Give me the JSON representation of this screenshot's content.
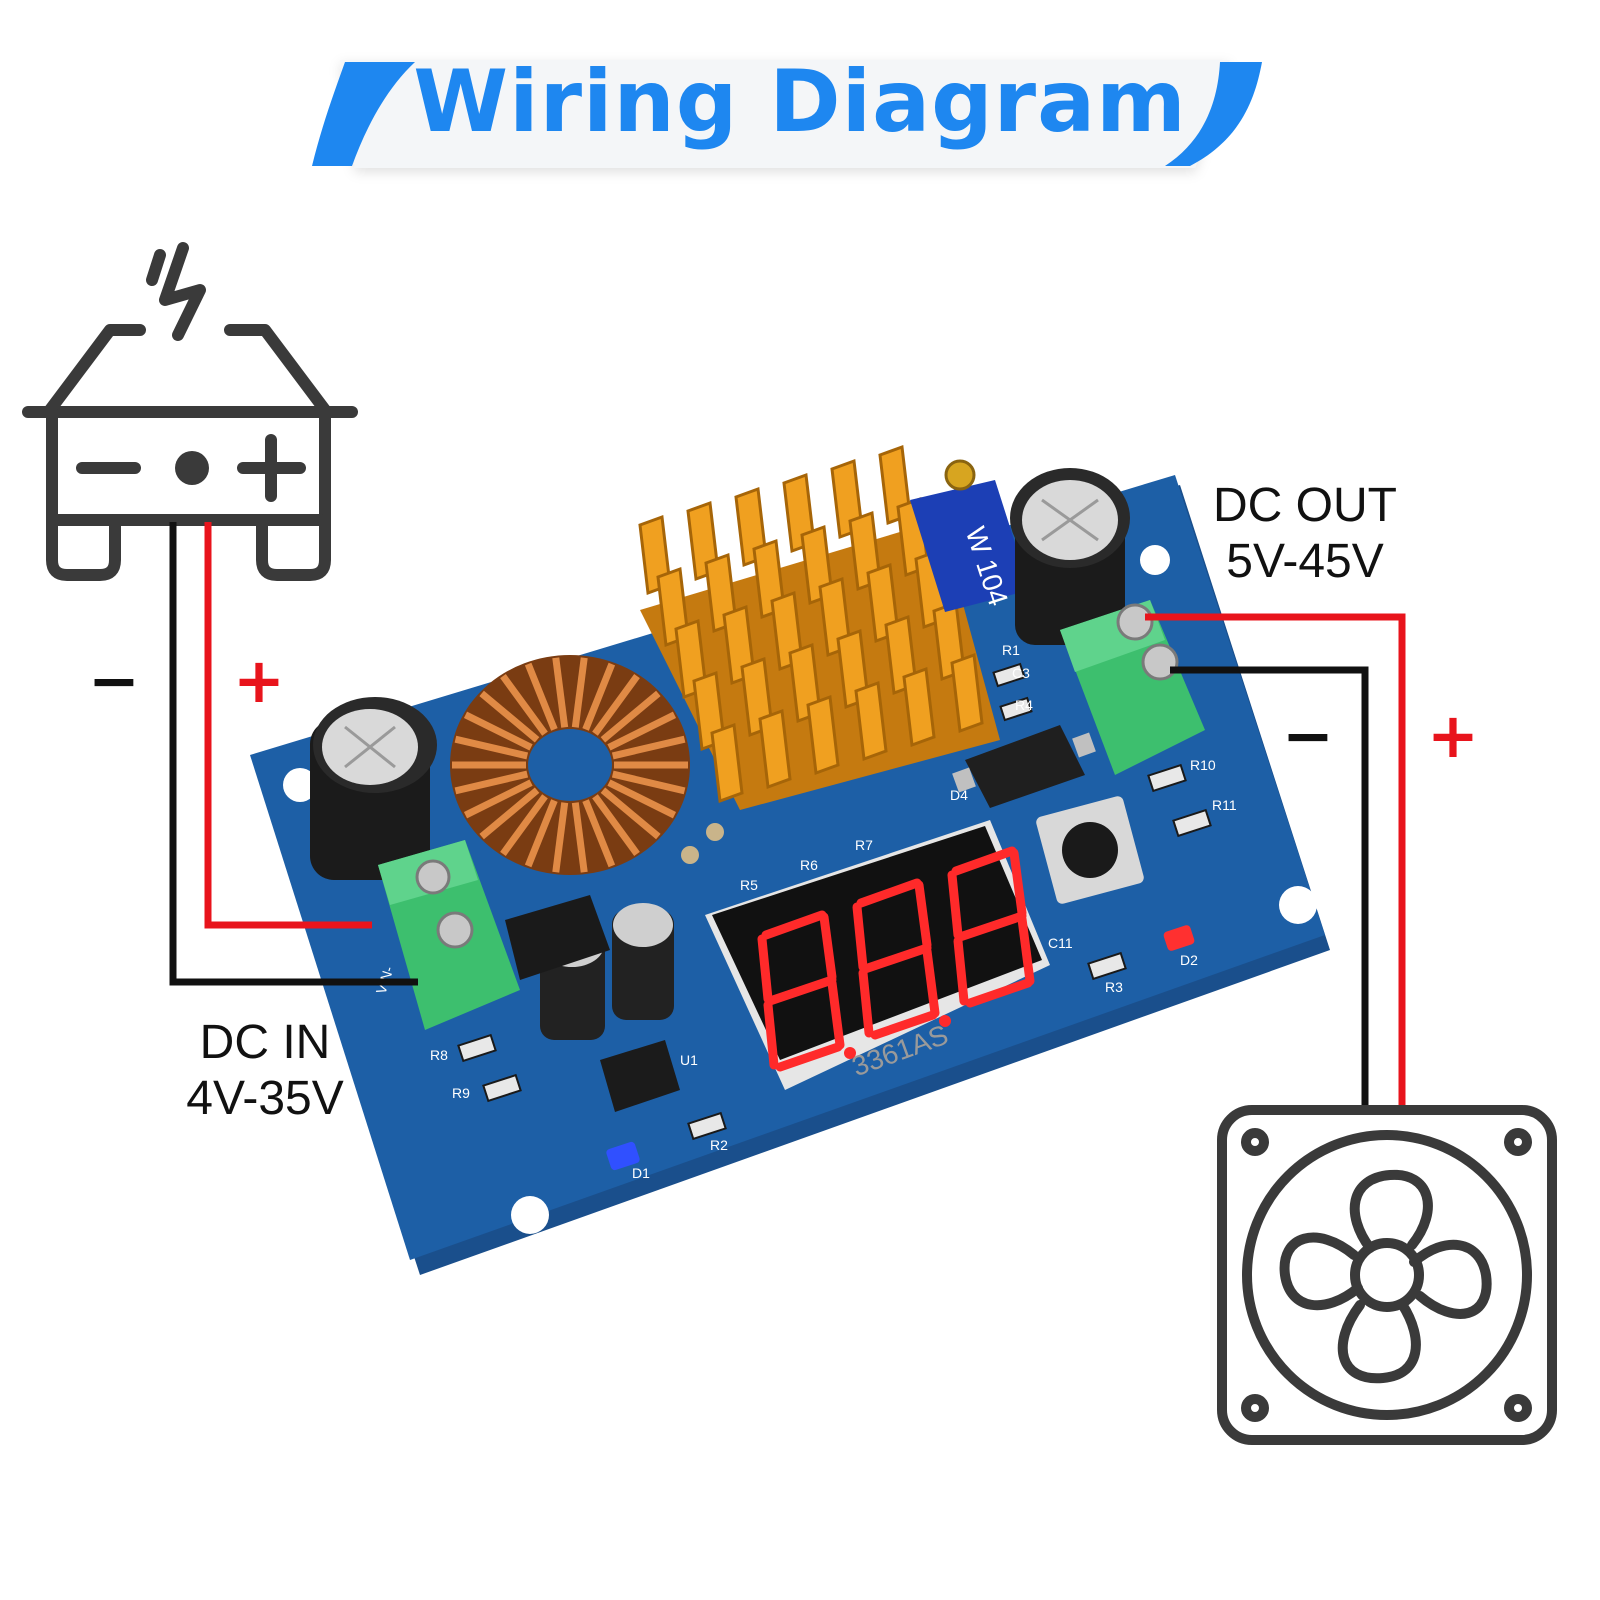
{
  "title": "Wiring Diagram",
  "dc_in": {
    "line1": "DC IN",
    "line2": "4V-35V"
  },
  "dc_out": {
    "line1": "DC OUT",
    "line2": "5V-45V"
  },
  "input_polarity": {
    "negative": "−",
    "positive": "+"
  },
  "output_polarity": {
    "negative": "−",
    "positive": "+"
  },
  "display_digits": "8.8.8",
  "chip_label": "3361AS",
  "pot_label": "W 104",
  "pcb_labels": [
    "R1",
    "C3",
    "R4",
    "R10",
    "R11",
    "D4",
    "R5",
    "R6",
    "R7",
    "C11",
    "D2",
    "R3",
    "R8",
    "R9",
    "R2",
    "D1",
    "U1",
    "VIN-"
  ],
  "colors": {
    "title_blue": "#1e87f0",
    "wire_red": "#e8141c",
    "wire_black": "#111111",
    "pcb_blue": "#1d5a9e",
    "heatsink_gold": "#f0a020",
    "terminal_green": "#3dbf6e",
    "segment_red": "#ff2a2a",
    "icon_gray": "#3a3a3a"
  },
  "icons": [
    "battery-icon",
    "fan-icon",
    "lightning-icon"
  ]
}
